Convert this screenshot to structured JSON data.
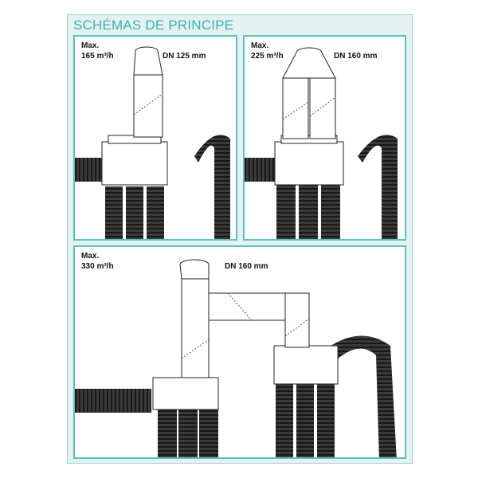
{
  "header": {
    "title": "SCHÉMAS DE PRINCIPE"
  },
  "schemas": [
    {
      "max_label": "Max.",
      "flow": "165 m³/h",
      "diameter": "DN 125 mm"
    },
    {
      "max_label": "Max.",
      "flow": "225 m³/h",
      "diameter": "DN 160 mm"
    },
    {
      "max_label": "Max.",
      "flow": "330 m³/h",
      "diameter": "DN 160 mm"
    }
  ],
  "colors": {
    "accent": "#3cb2b4",
    "panel_border": "#5dbfc1",
    "background": "#e4f1f1"
  }
}
